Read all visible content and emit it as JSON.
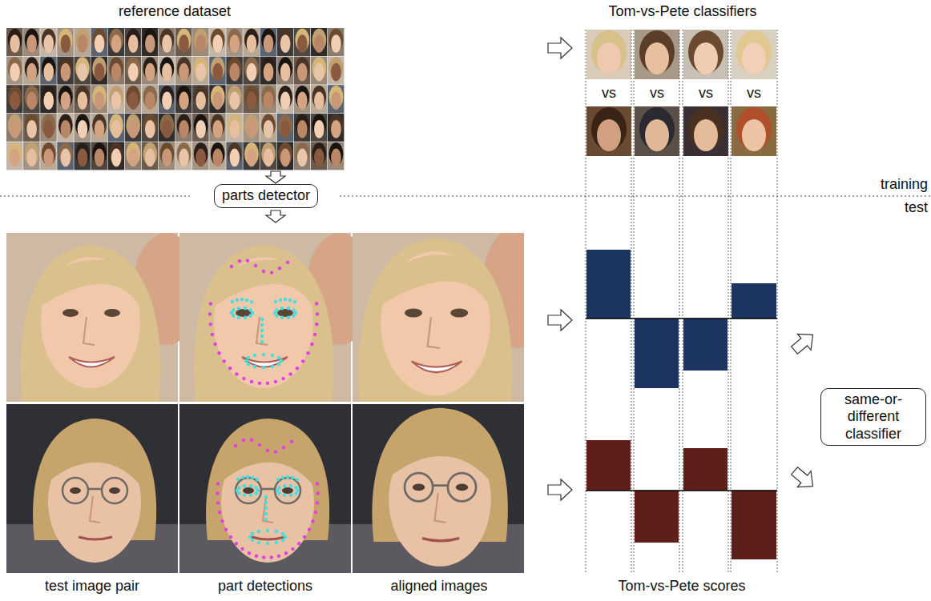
{
  "diagram": {
    "nodes": [
      {
        "text": [
          "parts detector"
        ]
      },
      {
        "text": [
          "same-or-different classifier"
        ]
      }
    ],
    "labels": [
      "reference dataset",
      "Tom-vs-Pete classifiers",
      "vs",
      "vs",
      "vs",
      "vs",
      "training",
      "test",
      "test image pair",
      "part detections",
      "aligned images",
      "Tom-vs-Pete scores"
    ]
  }
}
